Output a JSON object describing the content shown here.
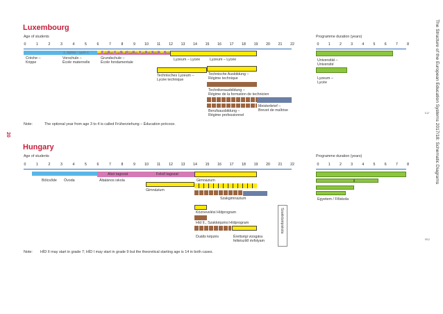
{
  "side_title": "The Structure of the European Education Systems 2017/18: Schematic Diagrams",
  "page_number": "20",
  "ages": [
    "0",
    "1",
    "2",
    "3",
    "4",
    "5",
    "6",
    "7",
    "8",
    "9",
    "10",
    "11",
    "12",
    "13",
    "14",
    "15",
    "16",
    "17",
    "18",
    "19",
    "20",
    "21",
    "22"
  ],
  "years": [
    "0",
    "1",
    "2",
    "3",
    "4",
    "5",
    "6",
    "7",
    "8"
  ],
  "luxembourg": {
    "title": "Luxembourg",
    "age_label": "Age of students",
    "duration_label": "Programme duration (years)",
    "cycles": [
      "1. Zyklus - cycle 1",
      "2. Zyklus - cycle 2",
      "3. Zyklus - cycle 3",
      "4. Zyklus - cycle 4"
    ],
    "labels": {
      "creche": "Crèche –\nKrippe",
      "vorschule": "Vorschule –\nÉcole maternelle",
      "grundschule": "Grundschule –\nÉcole fondamentale",
      "lyzeum_1": "Lyzeum – Lycée",
      "lyzeum_2": "Lyzeum – Lycée",
      "techlyzeum": "Technisches Lyzeum –\nLycée technique",
      "techausbildung": "Technische Ausbildung –\nRégime technique",
      "technikerausbildung": "Technikerausbildung –\nRégime de la formation de technicien",
      "meisterbrief": "Meisterbrief –\nBrevet de maîtrise",
      "berufsausbildung": "Berufsausbildung –\nRégime professionnel",
      "universitat": "Universität –\nUniversité",
      "lyzeum_right": "Lyzeum –\nLycée"
    },
    "note_label": "Note:",
    "note_text": "The optional year from age 3 to 4 is called Früherziehung – Éducation précoce.",
    "code": "LU"
  },
  "hungary": {
    "title": "Hungary",
    "age_label": "Age of students",
    "duration_label": "Programme duration (years)",
    "labels": {
      "bolcsode": "Bölcsőde",
      "ovoda": "Óvoda",
      "altalanos_top": "Alsó tagozat",
      "felso_top": "Felső tagozat",
      "altalanos": "Általános iskola",
      "gimnazium_1": "Gimnázium",
      "gimnazium_2": "Gimnázium",
      "szakgimnazium": "Szakgimnázium",
      "kozneveles": "Köznevelési Hídprogram",
      "hid": "Híd II., Szakképzési Hídprogram",
      "dualis": "Duális képzés",
      "erettsegi": "Érettségi vizsgára\nfelkészítő évfolyam",
      "szakkozep": "Szakközépiskola",
      "egyetem": "Egyetem / Főiskola"
    },
    "note_label": "Note:",
    "note_text": "HÍD II may start in grade 7; HÍD I may start in grade 9 but the theoretical starting age is 14 in both cases.",
    "code": "HU"
  },
  "colors": {
    "accent_red": "#c41e3a",
    "axis_blue": "#2b6fb7",
    "ecec_blue": "#59b6e6",
    "primary_pink": "#d47ab4",
    "secondary_yellow": "#ffea00",
    "vocational_brown": "#9b6540",
    "tertiary_green": "#8cc63f",
    "postsec_navy": "#6a7fa6"
  }
}
